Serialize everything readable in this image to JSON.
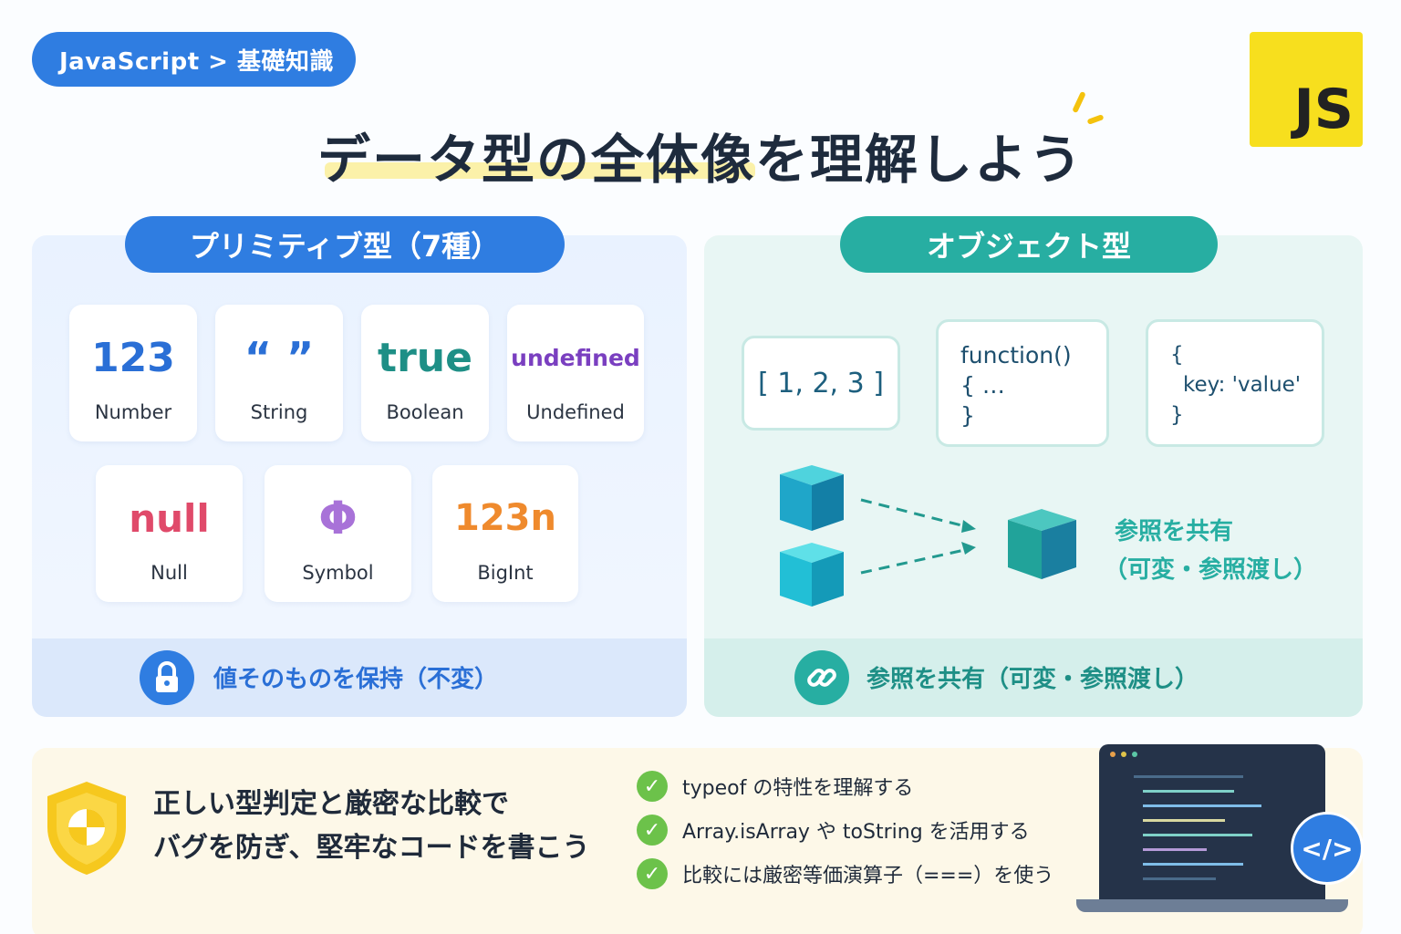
{
  "breadcrumb": "JavaScript > 基礎知識",
  "logo": "JS",
  "title": "データ型の全体像を理解しよう",
  "primitive": {
    "heading": "プリミティブ型（7種）",
    "types": [
      {
        "value": "123",
        "label": "Number",
        "color": "#2a6fd6"
      },
      {
        "value": "“ ”",
        "label": "String",
        "color": "#2a6fd6"
      },
      {
        "value": "true",
        "label": "Boolean",
        "color": "#1e8f86"
      },
      {
        "value": "undefined",
        "label": "Undefined",
        "color": "#7a3fc0"
      },
      {
        "value": "null",
        "label": "Null",
        "color": "#e04a6a"
      },
      {
        "value": "Φ",
        "label": "Symbol",
        "color": "#a872d8"
      },
      {
        "value": "123n",
        "label": "BigInt",
        "color": "#ef8a2d"
      }
    ],
    "footer": "値そのものを保持（不変）",
    "footer_icon": "lock-icon"
  },
  "object": {
    "heading": "オブジェクト型",
    "array_example": "[ 1, 2, 3 ]",
    "function_example": {
      "line1": "function()",
      "line2": "{   …",
      "line3": "}"
    },
    "object_example": {
      "line1": "{",
      "line2": "key: 'value'",
      "line3": "}"
    },
    "diagram_label_1": "参照を共有",
    "diagram_label_2": "（可変・参照渡し）",
    "footer": "参照を共有（可変・参照渡し）",
    "footer_icon": "link-icon"
  },
  "banner": {
    "message_line1": "正しい型判定と厳密な比較で",
    "message_line2": "バグを防ぎ、堅牢なコードを書こう",
    "tips": [
      "typeof の特性を理解する",
      "Array.isArray や toString を活用する",
      "比較には厳密等価演算子（===）を使う"
    ],
    "code_badge": "</>"
  },
  "colors": {
    "blue": "#2f7de1",
    "teal": "#27aea2",
    "js_yellow": "#f7df1e",
    "check_green": "#6cc24a"
  }
}
